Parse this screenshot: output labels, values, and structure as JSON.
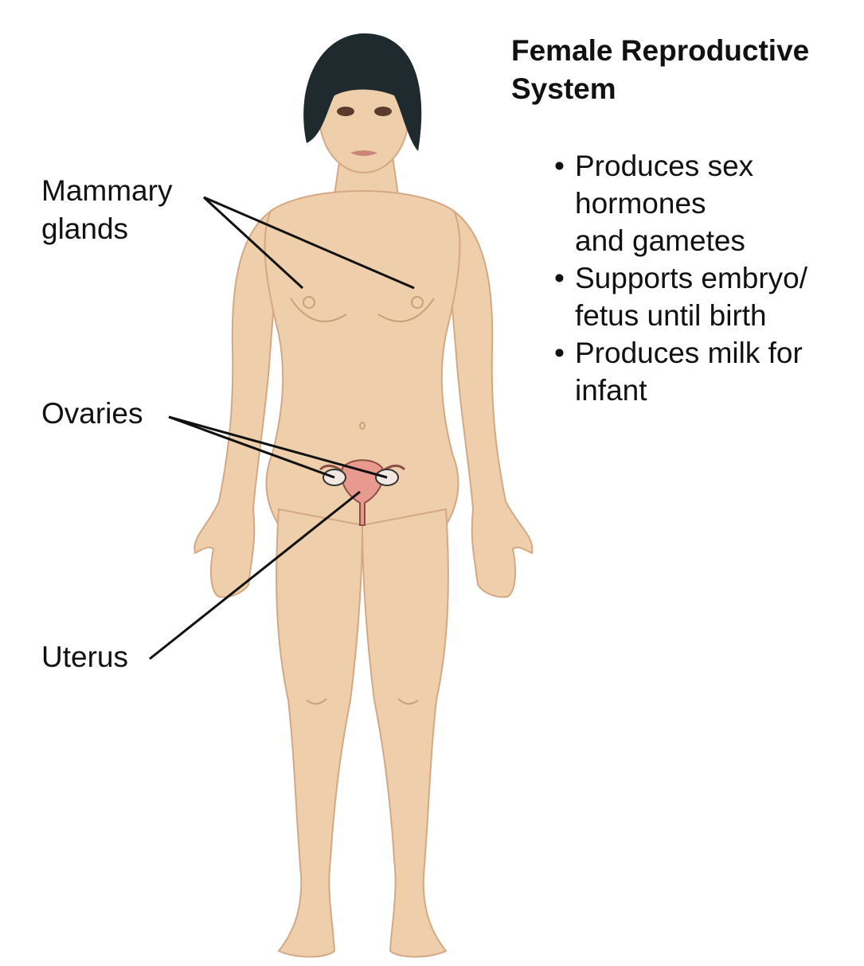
{
  "title": "Female Reproductive System",
  "labels": {
    "mammary": "Mammary\nglands",
    "ovaries": "Ovaries",
    "uterus": "Uterus"
  },
  "functions": [
    "Produces sex\nhormones\nand gametes",
    "Supports embryo/\nfetus until birth",
    "Produces milk for\ninfant"
  ],
  "bullet_glyph": "•",
  "colors": {
    "skin": "#efcfab",
    "skin_shadow": "#ddb38d",
    "hair": "#1f2a2e",
    "organ": "#e99a8e",
    "leader_line": "#111111"
  }
}
